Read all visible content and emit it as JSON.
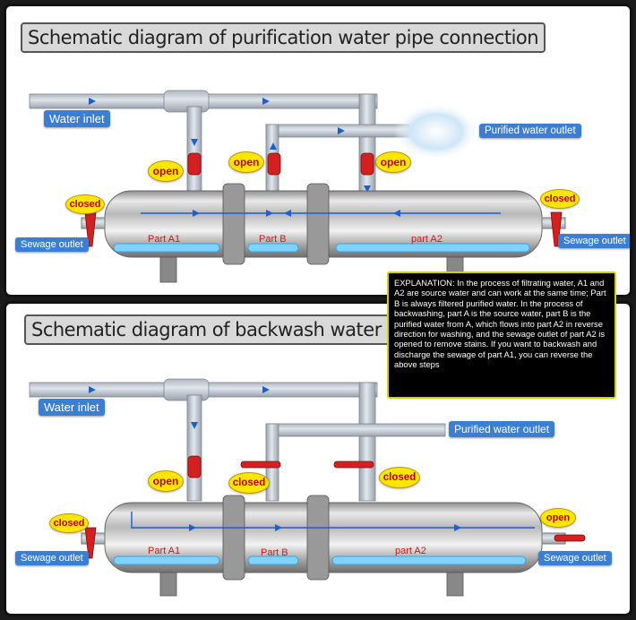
{
  "top": {
    "title": "Schematic diagram of purification water pipe connection",
    "water_inlet": "Water inlet",
    "purified_outlet": "Purified water outlet",
    "sewage_left": "Sewage outlet",
    "sewage_right": "Sewage outlet",
    "valve_top_1": "open",
    "valve_top_2": "open",
    "valve_top_3": "open",
    "valve_left": "closed",
    "valve_right": "closed",
    "part_a1": "Part A1",
    "part_b": "Part B",
    "part_a2": "part A2"
  },
  "bottom": {
    "title": "Schematic diagram of backwash water pipe connection",
    "water_inlet": "Water inlet",
    "purified_outlet": "Purified water outlet",
    "sewage_left": "Sewage outlet",
    "sewage_right": "Sewage outlet",
    "valve_top_1": "open",
    "valve_top_2": "closed",
    "valve_top_3": "closed",
    "valve_left": "closed",
    "valve_right": "open",
    "part_a1": "Part A1",
    "part_b": "Part B",
    "part_a2": "part A2"
  },
  "explanation": "EXPLANATION: In the process of filtrating water, A1 and A2 are source water and can work at the same time; Part B is always filtered purified water. In the process of backwashing, part A is the source water, part B is the purified water from A, which flows into part A2 in reverse direction for washing, and the sewage outlet of part A2 is opened to remove stains. If you want to backwash and discharge the sewage of part A1, you can reverse the above steps",
  "colors": {
    "label_blue": "#3b7fd4",
    "bubble_yellow": "#ffe600",
    "bubble_text": "#c00000",
    "valve_red": "#d42020",
    "flow_blue": "#1a5fd6"
  }
}
